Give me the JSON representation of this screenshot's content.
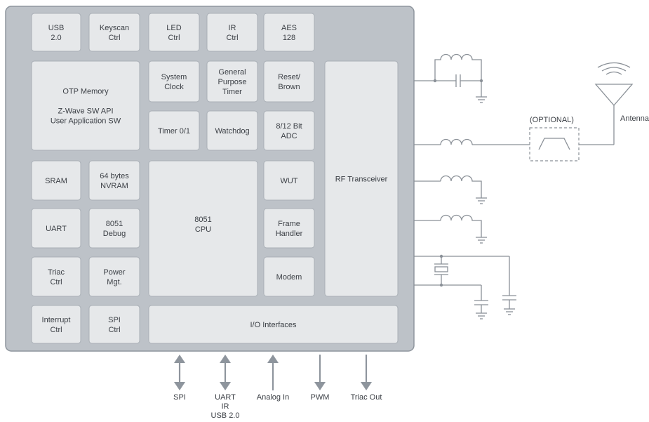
{
  "blocks": {
    "usb": [
      "USB",
      "2.0"
    ],
    "keyscan": [
      "Keyscan",
      "Ctrl"
    ],
    "led": [
      "LED",
      "Ctrl"
    ],
    "ir": [
      "IR",
      "Ctrl"
    ],
    "aes": [
      "AES",
      "128"
    ],
    "otp": [
      "OTP Memory",
      "",
      "Z-Wave SW API",
      "User Application SW"
    ],
    "system_clock": [
      "System",
      "Clock"
    ],
    "gp_timer": [
      "General",
      "Purpose",
      "Timer"
    ],
    "reset": [
      "Reset/",
      "Brown"
    ],
    "timer01": [
      "Timer 0/1"
    ],
    "watchdog": [
      "Watchdog"
    ],
    "adc": [
      "8/12 Bit",
      "ADC"
    ],
    "sram": [
      "SRAM"
    ],
    "nvram": [
      "64 bytes",
      "NVRAM"
    ],
    "cpu": [
      "8051",
      "CPU"
    ],
    "wut": [
      "WUT"
    ],
    "uart": [
      "UART"
    ],
    "debug": [
      "8051",
      "Debug"
    ],
    "frame": [
      "Frame",
      "Handler"
    ],
    "triac": [
      "Triac",
      "Ctrl"
    ],
    "power": [
      "Power",
      "Mgt."
    ],
    "modem": [
      "Modem"
    ],
    "interrupt": [
      "Interrupt",
      "Ctrl"
    ],
    "spi_ctrl": [
      "SPI",
      "Ctrl"
    ],
    "io": [
      "I/O Interfaces"
    ],
    "rf": [
      "RF Transceiver"
    ]
  },
  "external": {
    "optional_label": "(OPTIONAL)",
    "antenna_label": "Antenna"
  },
  "io_pins": [
    {
      "label": [
        "SPI"
      ],
      "direction": "both"
    },
    {
      "label": [
        "UART",
        "IR",
        "USB 2.0"
      ],
      "direction": "both"
    },
    {
      "label": [
        "Analog In"
      ],
      "direction": "in"
    },
    {
      "label": [
        "PWM"
      ],
      "direction": "out"
    },
    {
      "label": [
        "Triac Out"
      ],
      "direction": "out"
    }
  ]
}
